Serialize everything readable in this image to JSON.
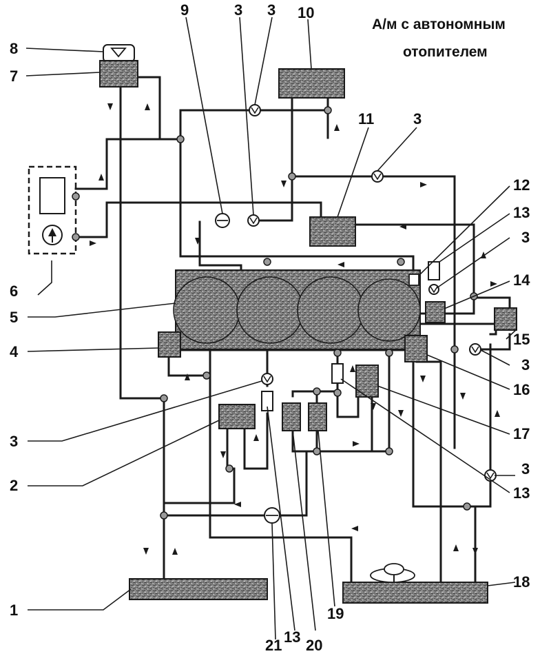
{
  "title": {
    "line1": "А/м с автономным",
    "line2": "отопителем"
  },
  "labels": {
    "l1": "1",
    "l2": "2",
    "l3a": "3",
    "l3b": "3",
    "l3c": "3",
    "l3d": "3",
    "l3e": "3",
    "l3f": "3",
    "l3g": "3",
    "l4": "4",
    "l5": "5",
    "l6": "6",
    "l7": "7",
    "l8": "8",
    "l9": "9",
    "l10": "10",
    "l11": "11",
    "l12": "12",
    "l13a": "13",
    "l13b": "13",
    "l13c": "13",
    "l14": "14",
    "l15": "15",
    "l16": "16",
    "l17": "17",
    "l18": "18",
    "l19": "19",
    "l20": "20",
    "l21": "21"
  },
  "colors": {
    "ink": "#1a1a1a",
    "component_fill": "#8c8c8c",
    "background": "#ffffff"
  }
}
